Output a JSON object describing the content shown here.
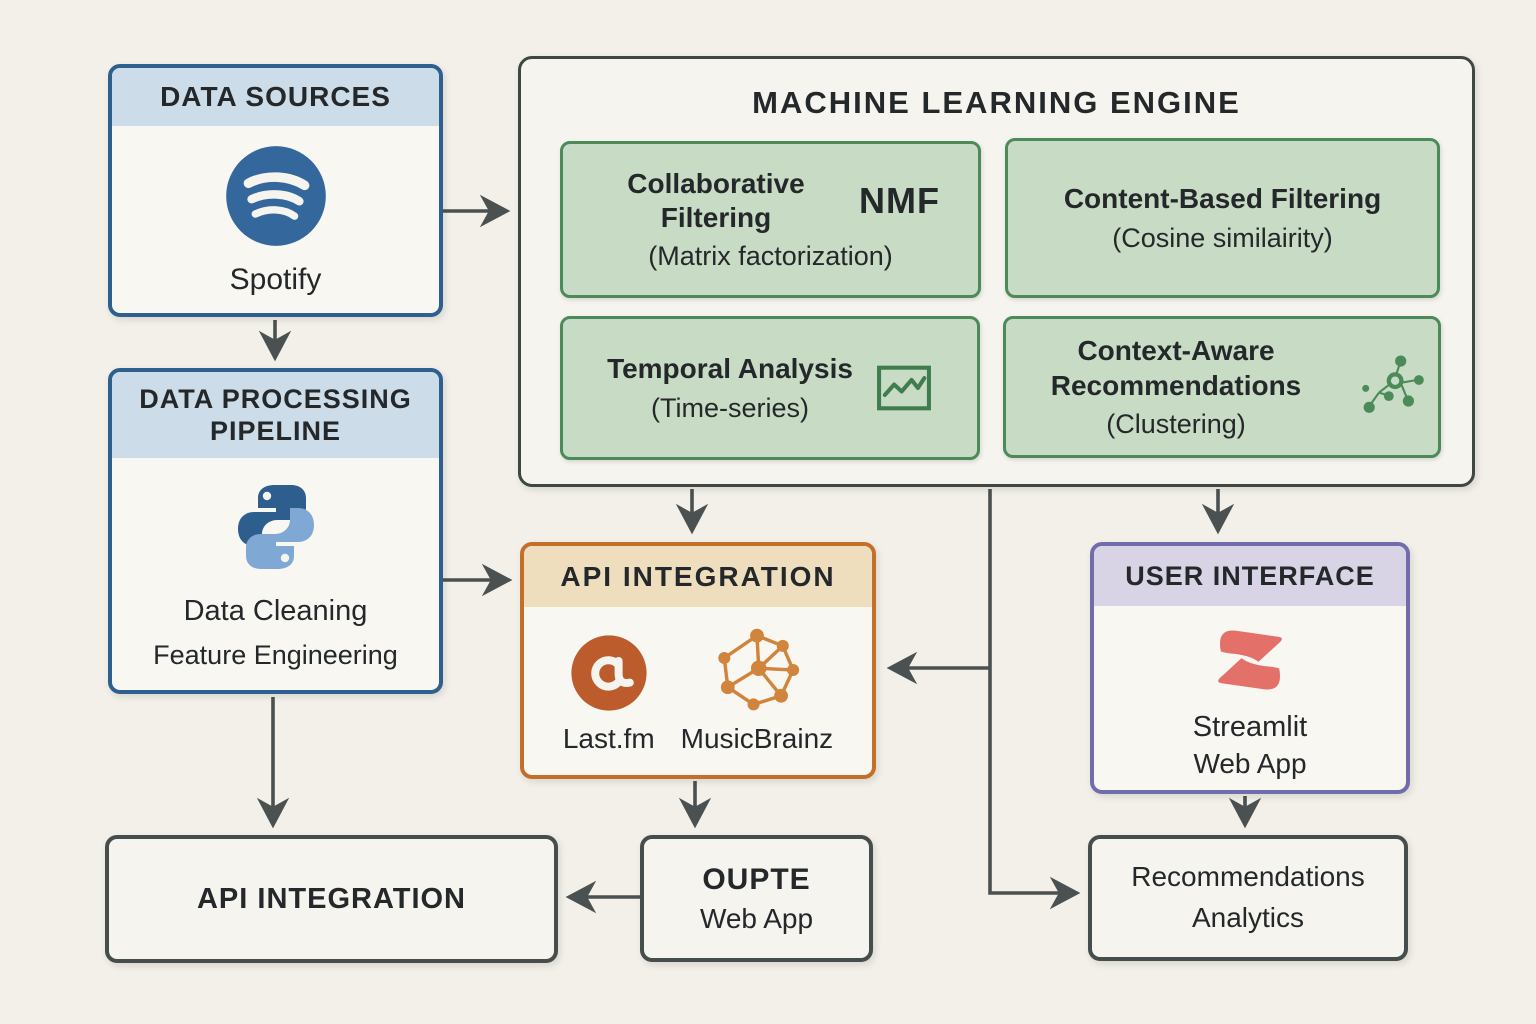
{
  "colors": {
    "background": "#f2f0e9",
    "arrow": "#4a5150",
    "blue_border": "#2d608e",
    "blue_header": "#cddce9",
    "green_border": "#4c8a5a",
    "green_fill": "#c8dbc5",
    "orange_border": "#c36f2a",
    "orange_header": "#efdebd",
    "purple_border": "#716cab",
    "purple_header": "#d8d3e5",
    "spotify_blue": "#34689d",
    "python_dark": "#2e5e8e",
    "python_light": "#7fa8d4",
    "lastfm_orange": "#bc5c2d",
    "musicbrainz_orange": "#d1843b",
    "streamlit_red": "#e4706a"
  },
  "data_sources": {
    "title": "DATA SOURCES",
    "label": "Spotify",
    "icon": "spotify-icon"
  },
  "ml_engine": {
    "title": "MACHINE LEARNING ENGINE",
    "cells": {
      "collaborative": {
        "name": "Collaborative Filtering",
        "badge": "NMF",
        "method": "(Matrix factorization)"
      },
      "content": {
        "name": "Content-Based Filtering",
        "method": "(Cosine similairity)"
      },
      "temporal": {
        "name": "Temporal Analysis",
        "method": "(Time-series)",
        "icon": "line-chart-icon"
      },
      "context": {
        "name": "Context-Aware Recommendations",
        "method": "(Clustering)",
        "icon": "cluster-icon"
      }
    }
  },
  "data_processing": {
    "title": "DATA PROCESSING PIPELINE",
    "icon": "python-icon",
    "step1": "Data Cleaning",
    "step2": "Feature Engineering"
  },
  "api_integration": {
    "title": "API INTEGRATION",
    "service1": {
      "label": "Last.fm",
      "icon": "lastfm-icon"
    },
    "service2": {
      "label": "MusicBrainz",
      "icon": "musicbrainz-icon"
    }
  },
  "user_interface": {
    "title": "USER INTERFACE",
    "icon": "streamlit-icon",
    "line1": "Streamlit",
    "line2": "Web App"
  },
  "api_box": {
    "label": "API INTEGRATION"
  },
  "output_box": {
    "line1": "OUPTE",
    "line2": "Web App"
  },
  "analytics_box": {
    "line1": "Recommendations",
    "line2": "Analytics"
  }
}
